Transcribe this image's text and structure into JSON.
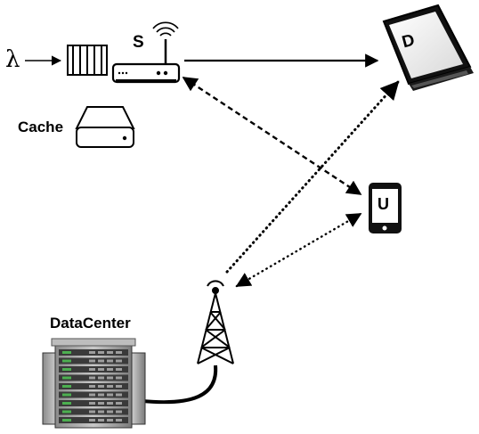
{
  "labels": {
    "lambda": "λ",
    "router": "S",
    "cache": "Cache",
    "laptop": "D",
    "phone": "U",
    "datacenter": "DataCenter"
  },
  "links": [
    {
      "from": "router",
      "to": "laptop",
      "style": "solid",
      "arrow": "end"
    },
    {
      "from": "router",
      "to": "phone",
      "style": "dashed",
      "arrow": "both"
    },
    {
      "from": "tower",
      "to": "laptop",
      "style": "dotted",
      "arrow": "end"
    },
    {
      "from": "tower",
      "to": "phone",
      "style": "dotted",
      "arrow": "both"
    },
    {
      "from": "datacenter",
      "to": "tower",
      "style": "solid-curve",
      "arrow": "none"
    },
    {
      "from": "lambda",
      "to": "queue",
      "style": "solid",
      "arrow": "end"
    }
  ]
}
